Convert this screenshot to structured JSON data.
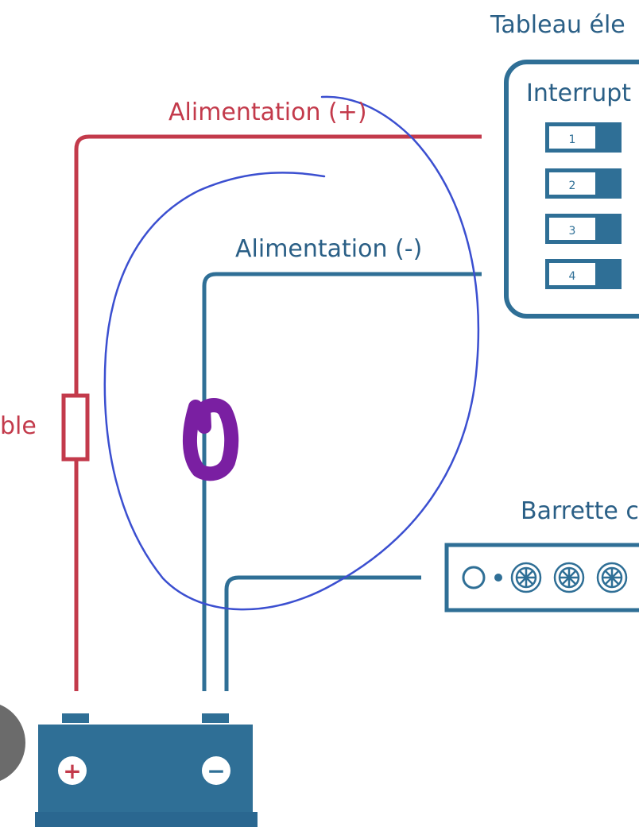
{
  "labels": {
    "panel_title": "Tableau éle",
    "switches_title": "Interrupt",
    "positive_feed": "Alimentation (+)",
    "negative_feed": "Alimentation (-)",
    "fuse_partial": "ble",
    "busbar_title": "Barrette c"
  },
  "switches": [
    "1",
    "2",
    "3",
    "4"
  ],
  "battery": {
    "positive_symbol": "+",
    "negative_symbol": "−"
  },
  "colors": {
    "positive_wire": "#c33a4b",
    "negative_wire": "#2f6f96",
    "panel_stroke": "#2f6f96",
    "annotation_circle": "#3b4fd0",
    "annotation_mark": "#7a1fa2",
    "title_text": "#2a5f86",
    "positive_label": "#c33a4b"
  }
}
